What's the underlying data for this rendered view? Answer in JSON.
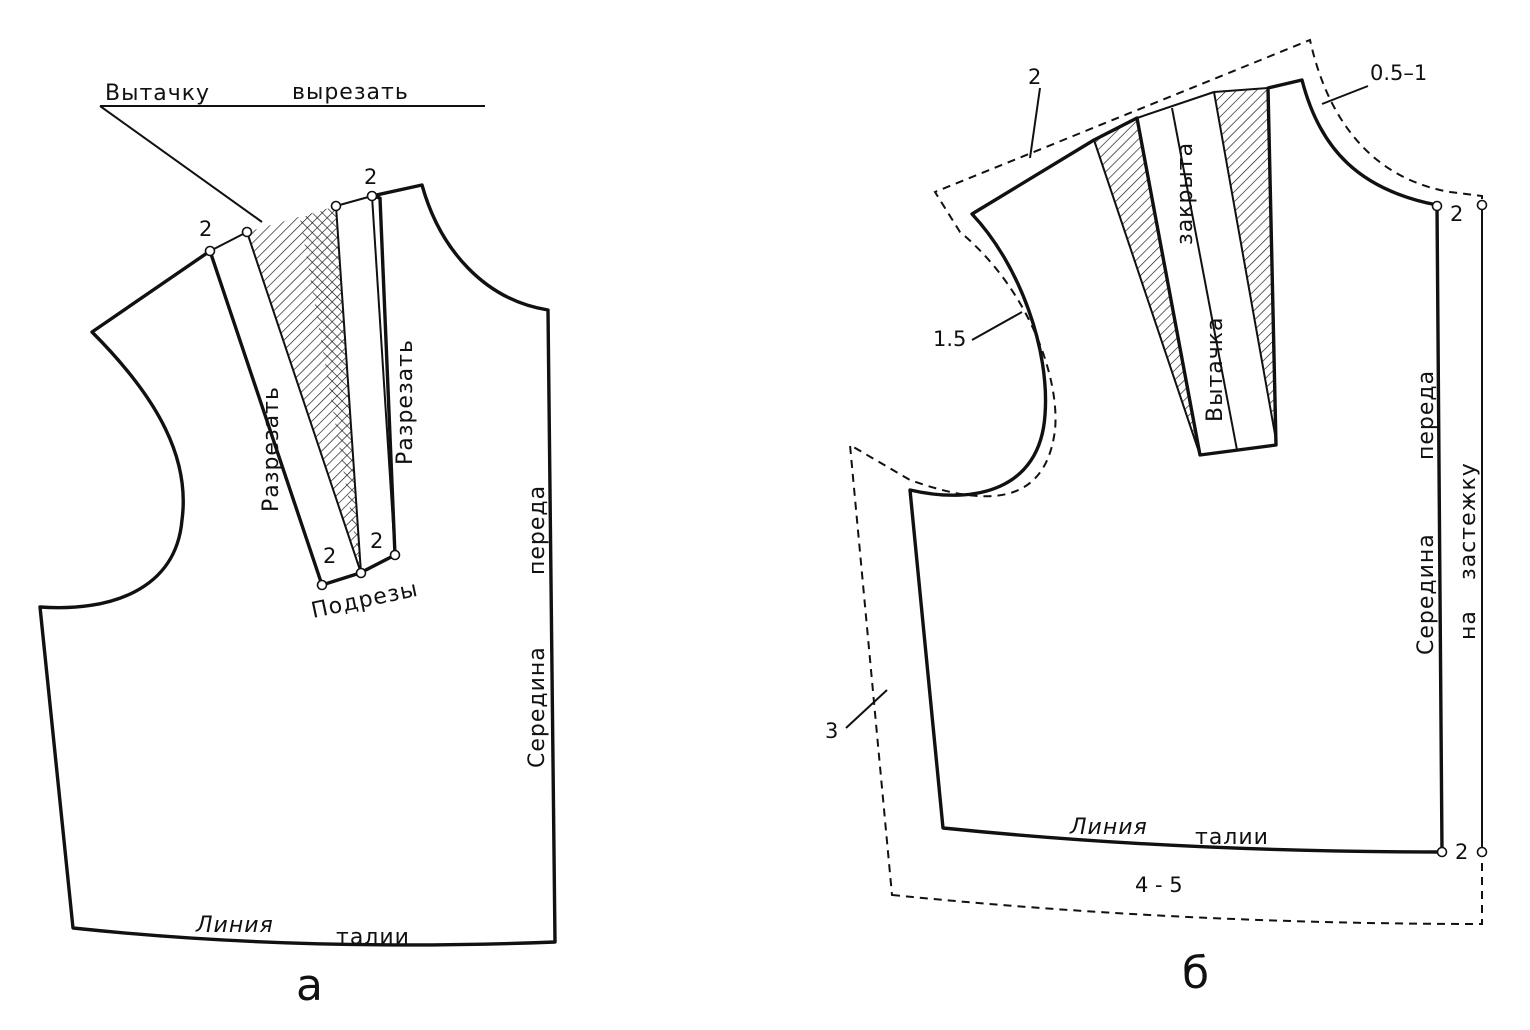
{
  "diagram_a": {
    "caption": "а",
    "leader_text_1": "Вытачку",
    "leader_text_2": "вырезать",
    "slash_left": "Разрезать",
    "slash_right": "Разрезать",
    "notch_label": "Подрезы",
    "mark_2_a": "2",
    "mark_2_b": "2",
    "mark_2_c": "2",
    "mark_2_d": "2",
    "center_text_1": "Середина",
    "center_text_2": "переда",
    "waist_text_1": "Линия",
    "waist_text_2": "талии"
  },
  "diagram_b": {
    "caption": "б",
    "dart_text_1": "Вытачка",
    "dart_text_2": "закрыта",
    "allow_shoulder": "2",
    "allow_neck": "0.5–1",
    "allow_arm": "1.5",
    "allow_side": "3",
    "allow_hem": "4 - 5",
    "mark_2_top": "2",
    "mark_2_bottom": "2",
    "center_text_1": "Середина",
    "center_text_2": "переда",
    "facing_text_1": "на",
    "facing_text_2": "застежку",
    "waist_text_1": "Линия",
    "waist_text_2": "талии"
  }
}
